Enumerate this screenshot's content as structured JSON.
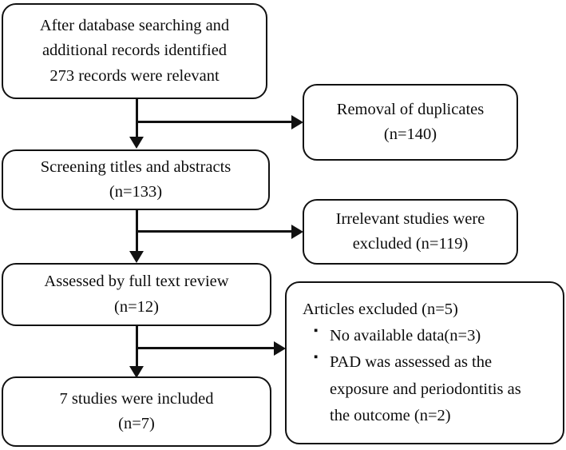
{
  "diagram": {
    "title": "PRISMA study selection flow diagram",
    "stroke_color": "#111111",
    "background_color": "#ffffff"
  },
  "nodes": {
    "identification": {
      "lines": [
        "After database searching and",
        "additional records identified",
        "273 records were relevant"
      ]
    },
    "duplicates": {
      "lines": [
        "Removal of duplicates",
        "(n=140)"
      ]
    },
    "screening": {
      "lines": [
        "Screening titles and abstracts",
        "(n=133)"
      ]
    },
    "irrelevant": {
      "lines": [
        "Irrelevant studies were",
        "excluded (n=119)"
      ]
    },
    "eligibility": {
      "lines": [
        "Assessed by full text review",
        "(n=12)"
      ]
    },
    "articles_excluded": {
      "heading": "Articles excluded (n=5)",
      "bullet_marker": "▪",
      "bullets": [
        {
          "lines": [
            "No available data(n=3)"
          ]
        },
        {
          "lines": [
            "PAD was assessed as the",
            "exposure and periodontitis as",
            "the outcome (n=2)"
          ]
        }
      ]
    },
    "included": {
      "lines": [
        "7 studies were included",
        "(n=7)"
      ]
    }
  },
  "counts": {
    "records_relevant": 273,
    "duplicates_removed": 140,
    "screened": 133,
    "irrelevant_excluded": 119,
    "full_text_reviewed": 12,
    "articles_excluded": 5,
    "no_available_data": 3,
    "pad_exposure_periodontitis_outcome": 2,
    "studies_included": 7
  }
}
